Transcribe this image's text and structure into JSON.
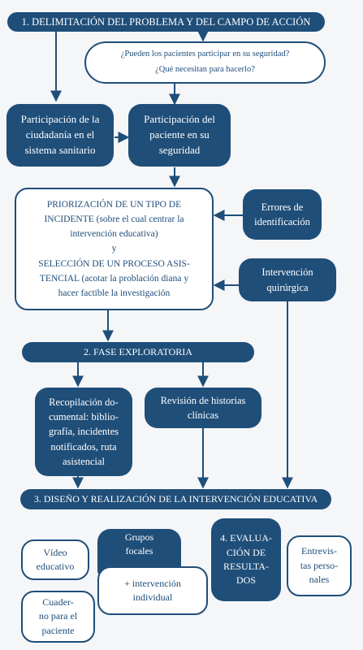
{
  "colors": {
    "primary": "#1f4e79",
    "background": "#f4f6f8",
    "box_light": "#ffffff"
  },
  "header1": "1. DELIMITACIÓN DEL PROBLEMA Y DEL CAMPO DE ACCIÓN",
  "questions": "¿Pueden los pacientes participar en su seguridad?\n¿Qué necesitan para hacerlo?",
  "citizen_participation": "Participación de la\nciudadanía en el\nsistema sanitario",
  "patient_participation": "Participación del\npaciente en su\nseguridad",
  "prioritization": "PRIORIZACIÓN DE UN TIPO DE\nINCIDENTE (sobre el cual centrar la\nintervención educativa)\ny\nSELECCIÓN DE UN PROCESO ASIS-\nTENCIAL (acotar la problación diana y\nhacer factible la investigación",
  "id_errors": "Errores de\nidentificación",
  "surgery": "Intervención\nquirúrgica",
  "header2": "2. FASE EXPLORATORIA",
  "documentation": "Recopilación do-\ncumental: biblio-\ngrafía, incidentes\nnotificados, ruta\nasistencial",
  "records_review": "Revisión de historias\nclínicas",
  "header3": "3. DISEÑO Y REALIZACIÓN DE LA INTERVENCIÓN EDUCATIVA",
  "video": "Vídeo\neducativo",
  "focus_groups": "Grupos\nfocales",
  "individual": "+ intervención\nindividual",
  "notebook": "Cuader-\nno para el\npaciente",
  "evaluation": "4. EVALUA-\nCIÓN DE\nRESULTA-\nDOS",
  "interviews": "Entrevis-\ntas perso-\nnales"
}
